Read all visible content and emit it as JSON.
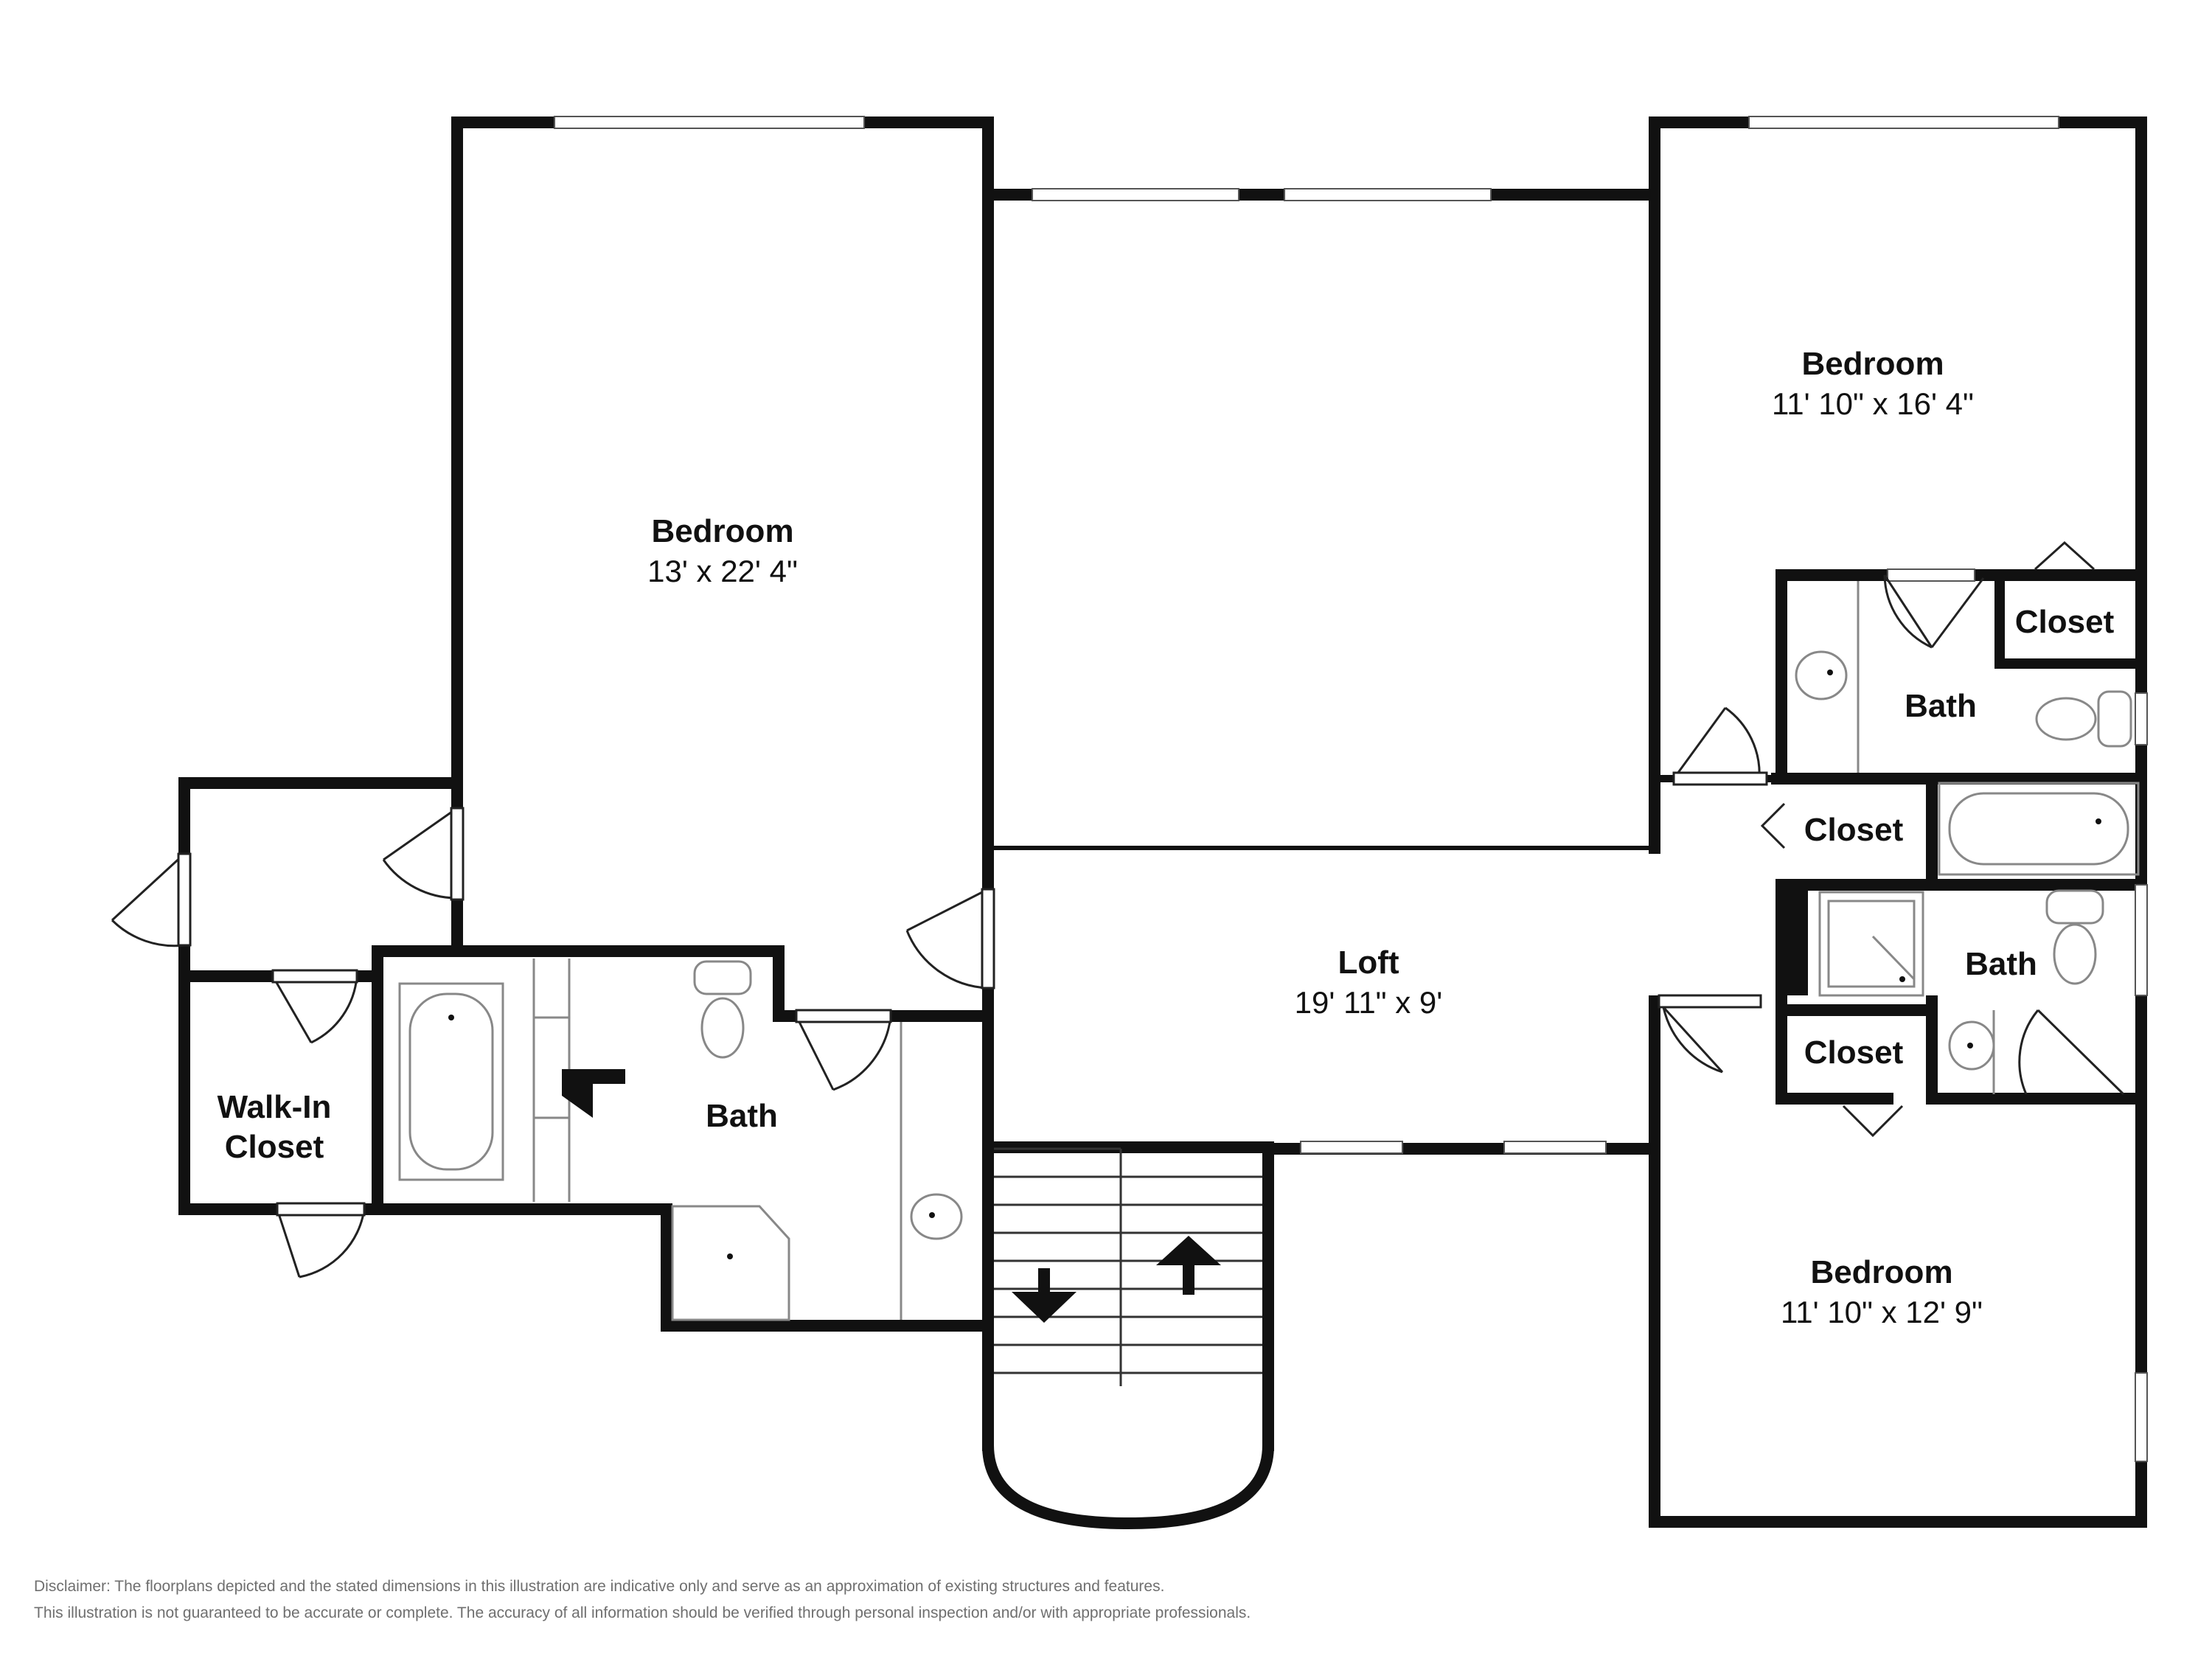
{
  "rooms": {
    "bedroom_master": {
      "name": "Bedroom",
      "dims": "13' x 22' 4\""
    },
    "bedroom_ne": {
      "name": "Bedroom",
      "dims": "11' 10\" x 16' 4\""
    },
    "bedroom_se": {
      "name": "Bedroom",
      "dims": "11' 10\" x 12' 9\""
    },
    "loft": {
      "name": "Loft",
      "dims": "19' 11\" x 9'"
    },
    "bath_master": {
      "name": "Bath"
    },
    "bath_ne": {
      "name": "Bath"
    },
    "bath_e": {
      "name": "Bath"
    },
    "walkin": {
      "line1": "Walk-In",
      "line2": "Closet"
    },
    "closet_ne": {
      "name": "Closet"
    },
    "closet_mid": {
      "name": "Closet"
    },
    "closet_se": {
      "name": "Closet"
    }
  },
  "disclaimer": {
    "line1": "Disclaimer: The floorplans depicted and the stated dimensions in this illustration are indicative only and serve as an approximation of existing structures and features.",
    "line2": "This illustration is not guaranteed to be accurate or complete. The accuracy of all information should be verified through personal inspection and/or with appropriate professionals."
  },
  "colors": {
    "wall": "#111111",
    "fixture": "#888888",
    "background": "#ffffff"
  },
  "icons": [
    "stair-down-arrow-icon",
    "stair-up-arrow-icon",
    "stair-direction-arrow-icon",
    "toilet-icon",
    "sink-icon",
    "bathtub-icon",
    "shower-icon",
    "door-swing-icon"
  ]
}
